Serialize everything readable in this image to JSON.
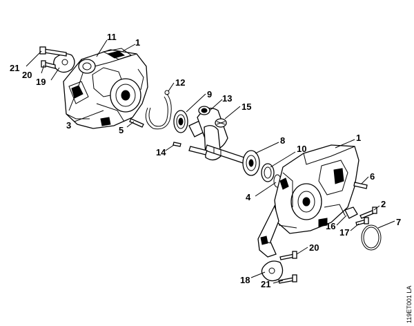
{
  "diagram": {
    "drawing_code": "119ET001 LA",
    "callouts": [
      {
        "id": "c11",
        "label": "11"
      },
      {
        "id": "c1a",
        "label": "1"
      },
      {
        "id": "c21a",
        "label": "21"
      },
      {
        "id": "c20a",
        "label": "20"
      },
      {
        "id": "c19",
        "label": "19"
      },
      {
        "id": "c12",
        "label": "12"
      },
      {
        "id": "c9",
        "label": "9"
      },
      {
        "id": "c13",
        "label": "13"
      },
      {
        "id": "c15",
        "label": "15"
      },
      {
        "id": "c3",
        "label": "3"
      },
      {
        "id": "c5",
        "label": "5"
      },
      {
        "id": "c14",
        "label": "14"
      },
      {
        "id": "c8",
        "label": "8"
      },
      {
        "id": "c10",
        "label": "10"
      },
      {
        "id": "c1b",
        "label": "1"
      },
      {
        "id": "c6",
        "label": "6"
      },
      {
        "id": "c4",
        "label": "4"
      },
      {
        "id": "c2",
        "label": "2"
      },
      {
        "id": "c7",
        "label": "7"
      },
      {
        "id": "c16",
        "label": "16"
      },
      {
        "id": "c17",
        "label": "17"
      },
      {
        "id": "c20b",
        "label": "20"
      },
      {
        "id": "c18",
        "label": "18"
      },
      {
        "id": "c21b",
        "label": "21"
      }
    ]
  }
}
